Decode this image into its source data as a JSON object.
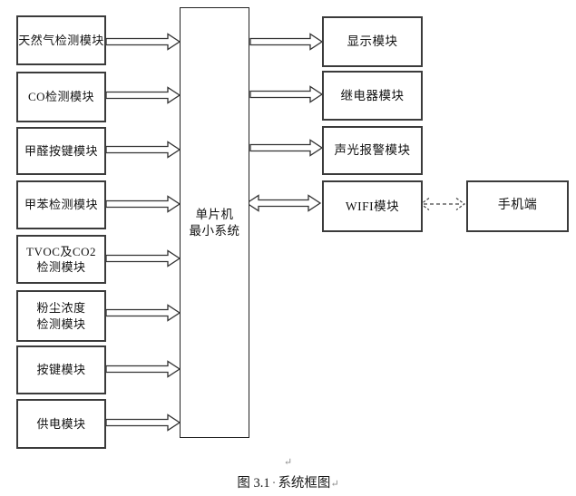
{
  "diagram": {
    "left_modules": [
      {
        "id": "natural-gas",
        "label": "天然气检测模块"
      },
      {
        "id": "co",
        "label": "CO检测模块"
      },
      {
        "id": "formaldehyde",
        "label": "甲醛按键模块"
      },
      {
        "id": "toluene",
        "label": "甲苯检测模块"
      },
      {
        "id": "tvoc-co2",
        "label": "TVOC及CO2\n检测模块"
      },
      {
        "id": "dust",
        "label": "粉尘浓度\n检测模块"
      },
      {
        "id": "keys",
        "label": "按键模块"
      },
      {
        "id": "power",
        "label": "供电模块"
      }
    ],
    "mcu": {
      "label": "单片机\n最小系统"
    },
    "right_modules": [
      {
        "id": "display",
        "label": "显示模块"
      },
      {
        "id": "relay",
        "label": "继电器模块"
      },
      {
        "id": "alarm",
        "label": "声光报警模块"
      },
      {
        "id": "wifi",
        "label": "WIFI模块"
      }
    ],
    "phone": {
      "label": "手机端"
    },
    "caption": {
      "figure_number": "图 3.1",
      "space_mark": "·",
      "title": "系统框图",
      "paragraph_mark": "↵"
    },
    "colors": {
      "background": "#ffffff",
      "box_border": "#3b3b3b",
      "mcu_border": "#222222",
      "arrow_stroke": "#333333",
      "text": "#111111",
      "formatting_mark": "#8a8a8a"
    }
  }
}
